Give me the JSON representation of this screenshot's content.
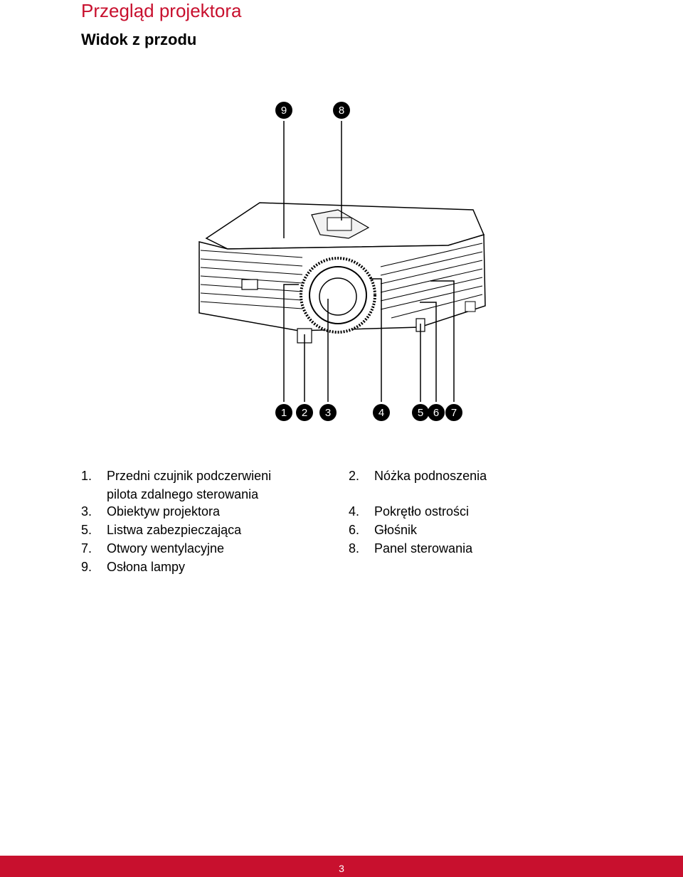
{
  "header": {
    "title": "Przegląd projektora",
    "subtitle": "Widok z przodu"
  },
  "figure": {
    "callouts_top": [
      "9",
      "8"
    ],
    "callouts_bottom": [
      "1",
      "2",
      "3",
      "4",
      "5",
      "6",
      "7"
    ]
  },
  "legend": [
    {
      "num": "1.",
      "text": "Przedni czujnik podczerwieni",
      "text2": "pilota zdalnego sterowania"
    },
    {
      "num": "2.",
      "text": "Nóżka podnoszenia"
    },
    {
      "num": "3.",
      "text": "Obiektyw projektora"
    },
    {
      "num": "4.",
      "text": "Pokrętło ostrości"
    },
    {
      "num": "5.",
      "text": "Listwa zabezpieczająca"
    },
    {
      "num": "6.",
      "text": "Głośnik"
    },
    {
      "num": "7.",
      "text": "Otwory wentylacyjne"
    },
    {
      "num": "8.",
      "text": "Panel sterowania"
    },
    {
      "num": "9.",
      "text": "Osłona lampy"
    }
  ],
  "footer": {
    "page_number": "3",
    "color": "#c8102e"
  }
}
